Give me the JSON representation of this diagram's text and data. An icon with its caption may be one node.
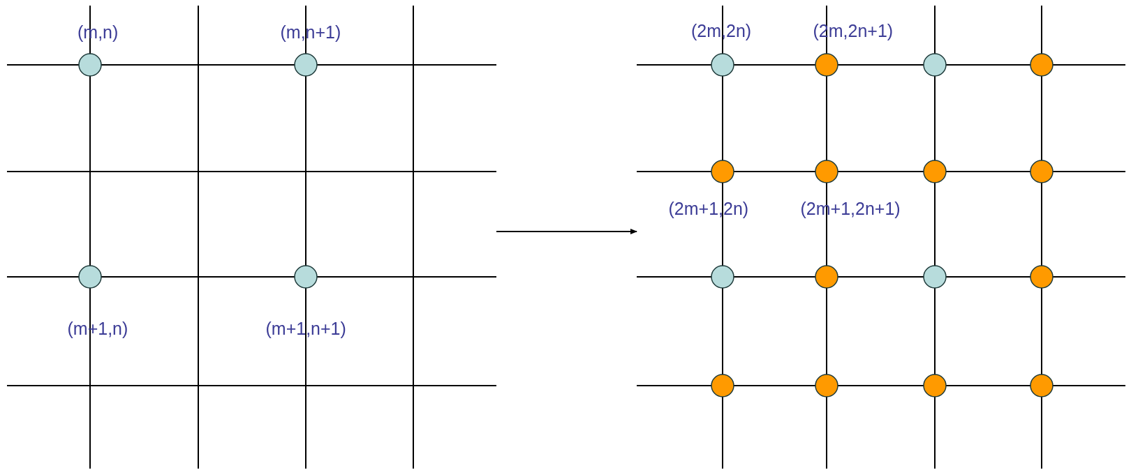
{
  "diagram": {
    "nodes": [
      {
        "text": [],
        "shape": "picture"
      },
      {
        "text": [],
        "shape": "picture"
      }
    ],
    "edges": [
      {
        "from": 0,
        "to": 1,
        "arrow": "to"
      }
    ],
    "labels": [
      "(m,n)",
      "(m,n+1)",
      "(m+1,n)",
      "(m+1,n+1)",
      "(2m,2n)",
      "(2m,2n+1)",
      "(2m+1,2n)",
      "(2m+1,2n+1)"
    ]
  }
}
